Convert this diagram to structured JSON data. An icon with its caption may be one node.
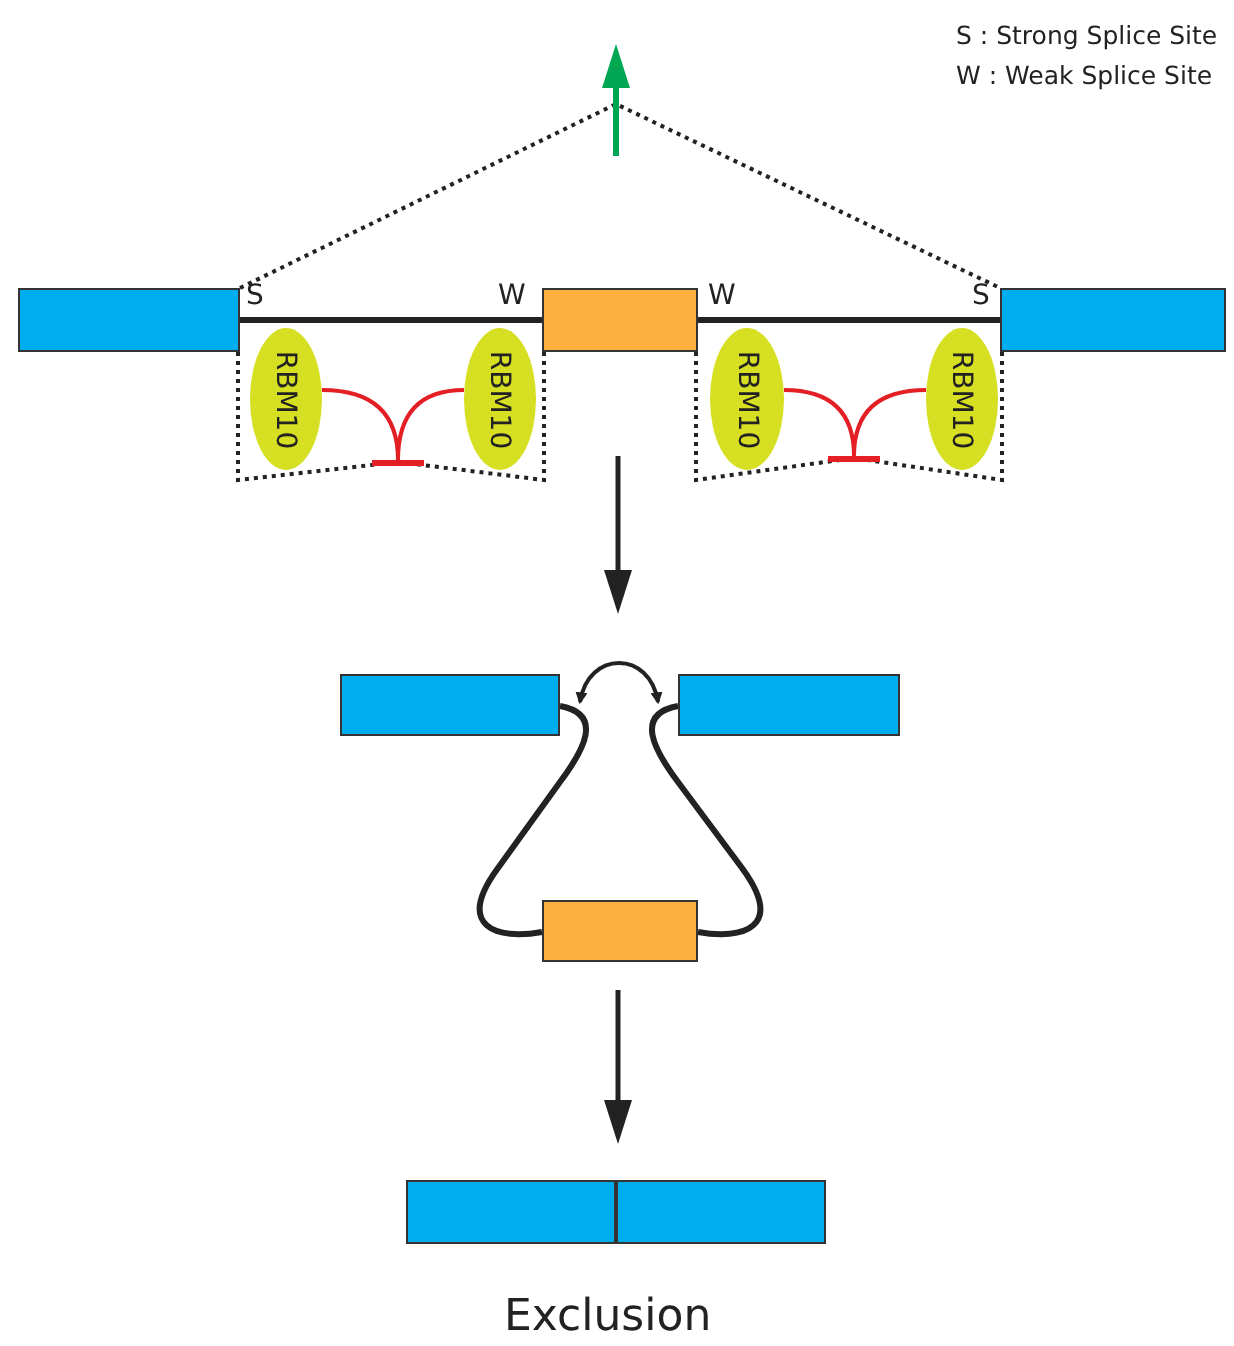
{
  "diagram": {
    "caption": "Exclusion",
    "nodes": [
      {
        "text": [],
        "shape": "box"
      },
      {
        "text": [],
        "shape": "box"
      },
      {
        "text": [],
        "shape": "box"
      },
      {
        "text": [
          "RBM10"
        ]
      },
      {
        "text": [
          "RBM10"
        ]
      },
      {
        "text": [
          "RBM10"
        ]
      },
      {
        "text": [
          "RBM10"
        ]
      },
      {
        "text": [],
        "shape": "bar"
      },
      {
        "text": [],
        "shape": "bar"
      },
      {
        "text": [],
        "shape": "box"
      },
      {
        "text": [],
        "shape": "box"
      },
      {
        "text": [],
        "shape": "box"
      },
      {
        "text": [],
        "shape": "box"
      },
      {
        "text": [],
        "shape": "box"
      }
    ],
    "edges": [
      {
        "from": 0,
        "to": 1,
        "arrow": "none"
      },
      {
        "from": 1,
        "to": 2,
        "arrow": "none"
      },
      {
        "from": 0,
        "to": 2,
        "arrow": "none",
        "style": "dashed"
      },
      {
        "from": 0,
        "to": 7,
        "arrow": "none",
        "style": "dashed"
      },
      {
        "from": 1,
        "to": 7,
        "arrow": "none",
        "style": "dashed"
      },
      {
        "from": 3,
        "to": 7,
        "arrow": "none",
        "color": "#e31e24"
      },
      {
        "from": 4,
        "to": 7,
        "arrow": "none",
        "color": "#e31e24"
      },
      {
        "from": 1,
        "to": 8,
        "arrow": "none",
        "style": "dashed"
      },
      {
        "from": 2,
        "to": 8,
        "arrow": "none",
        "style": "dashed"
      },
      {
        "from": 5,
        "to": 8,
        "arrow": "none",
        "color": "#e31e24"
      },
      {
        "from": 6,
        "to": 8,
        "arrow": "none",
        "color": "#e31e24"
      },
      {
        "from": 9,
        "to": 10,
        "arrow": "both"
      },
      {
        "from": 9,
        "to": 11,
        "arrow": "none"
      },
      {
        "from": 10,
        "to": 11,
        "arrow": "none"
      }
    ],
    "labels": [
      "S : Strong Splice Site",
      "W : Weak Splice Site",
      "S",
      "W",
      "W",
      "S"
    ]
  }
}
